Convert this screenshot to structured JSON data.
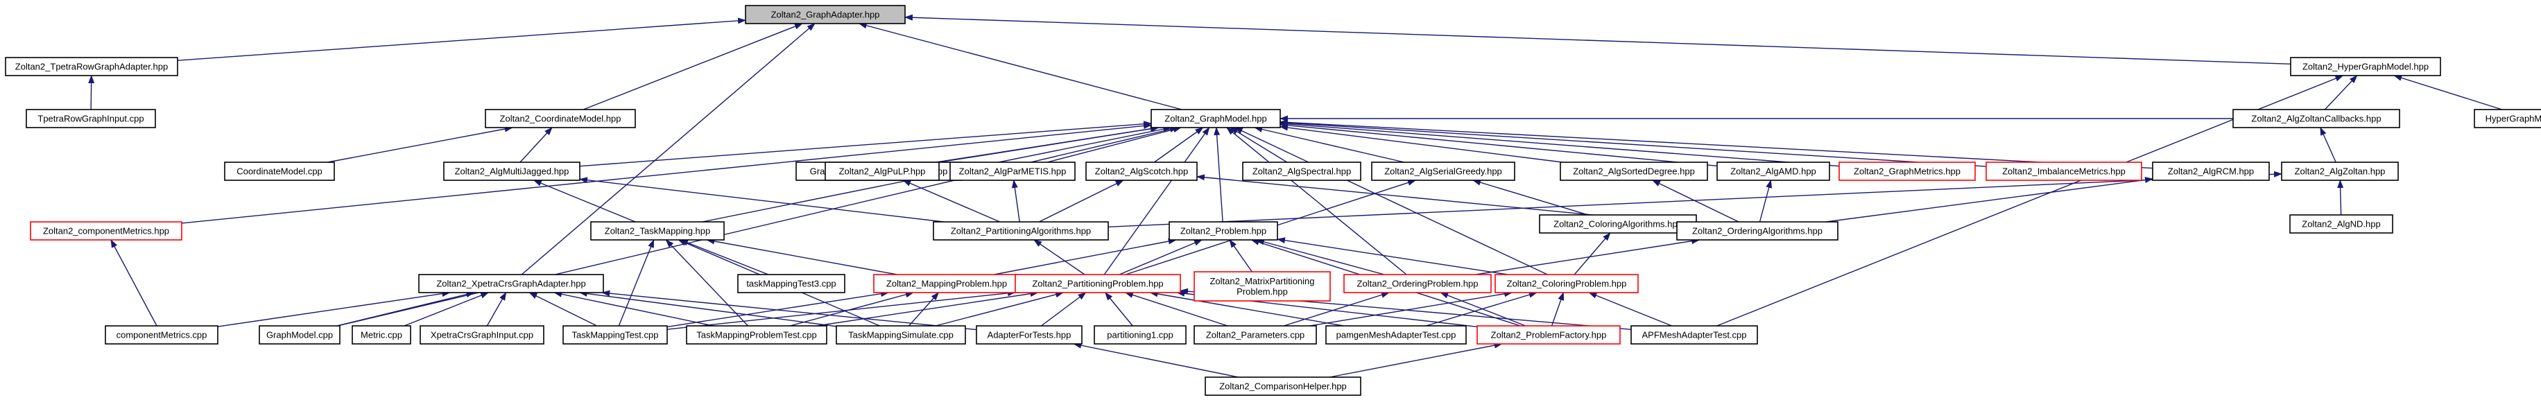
{
  "colors": {
    "edge": "#191970",
    "normal_border": "#000000",
    "red_border": "#ff0000",
    "root_fill": "#bfbfbf"
  },
  "nodes": [
    {
      "id": "root",
      "lines": [
        "Zoltan2_GraphAdapter.hpp"
      ],
      "style": "root"
    },
    {
      "id": "tpetraRowGA",
      "lines": [
        "Zoltan2_TpetraRowGraphAdapter.hpp"
      ],
      "style": "normal"
    },
    {
      "id": "tpetraRowInput",
      "lines": [
        "TpetraRowGraphInput.cpp"
      ],
      "style": "normal"
    },
    {
      "id": "hyperModel",
      "lines": [
        "Zoltan2_HyperGraphModel.hpp"
      ],
      "style": "normal"
    },
    {
      "id": "hyperCpp",
      "lines": [
        "HyperGraphModel.cpp"
      ],
      "style": "normal"
    },
    {
      "id": "coordModel",
      "lines": [
        "Zoltan2_CoordinateModel.hpp"
      ],
      "style": "normal"
    },
    {
      "id": "coordCpp",
      "lines": [
        "CoordinateModel.cpp"
      ],
      "style": "normal"
    },
    {
      "id": "multiJagged",
      "lines": [
        "Zoltan2_AlgMultiJagged.hpp"
      ],
      "style": "normal"
    },
    {
      "id": "graphModel",
      "lines": [
        "Zoltan2_GraphModel.hpp"
      ],
      "style": "normal"
    },
    {
      "id": "gm2nd",
      "lines": [
        "GraphModel2ndAdjsFromAdjs.cpp"
      ],
      "style": "normal"
    },
    {
      "id": "pulp",
      "lines": [
        "Zoltan2_AlgPuLP.hpp"
      ],
      "style": "normal"
    },
    {
      "id": "parmetis",
      "lines": [
        "Zoltan2_AlgParMETIS.hpp"
      ],
      "style": "normal"
    },
    {
      "id": "scotch",
      "lines": [
        "Zoltan2_AlgScotch.hpp"
      ],
      "style": "normal"
    },
    {
      "id": "spectral",
      "lines": [
        "Zoltan2_AlgSpectral.hpp"
      ],
      "style": "normal"
    },
    {
      "id": "serialGreedy",
      "lines": [
        "Zoltan2_AlgSerialGreedy.hpp"
      ],
      "style": "normal"
    },
    {
      "id": "sortedDegree",
      "lines": [
        "Zoltan2_AlgSortedDegree.hpp"
      ],
      "style": "normal"
    },
    {
      "id": "amd",
      "lines": [
        "Zoltan2_AlgAMD.hpp"
      ],
      "style": "normal"
    },
    {
      "id": "graphMetrics",
      "lines": [
        "Zoltan2_GraphMetrics.hpp"
      ],
      "style": "red"
    },
    {
      "id": "imbalanceMetrics",
      "lines": [
        "Zoltan2_ImbalanceMetrics.hpp"
      ],
      "style": "red"
    },
    {
      "id": "rcm",
      "lines": [
        "Zoltan2_AlgRCM.hpp"
      ],
      "style": "normal"
    },
    {
      "id": "zoltanCallbacks",
      "lines": [
        "Zoltan2_AlgZoltanCallbacks.hpp"
      ],
      "style": "normal"
    },
    {
      "id": "algZoltan",
      "lines": [
        "Zoltan2_AlgZoltan.hpp"
      ],
      "style": "normal"
    },
    {
      "id": "algND",
      "lines": [
        "Zoltan2_AlgND.hpp"
      ],
      "style": "normal"
    },
    {
      "id": "componentMetrics",
      "lines": [
        "Zoltan2_componentMetrics.hpp"
      ],
      "style": "red"
    },
    {
      "id": "taskMapping",
      "lines": [
        "Zoltan2_TaskMapping.hpp"
      ],
      "style": "normal"
    },
    {
      "id": "partAlgs",
      "lines": [
        "Zoltan2_PartitioningAlgorithms.hpp"
      ],
      "style": "normal"
    },
    {
      "id": "problem",
      "lines": [
        "Zoltan2_Problem.hpp"
      ],
      "style": "normal"
    },
    {
      "id": "coloringAlgs",
      "lines": [
        "Zoltan2_ColoringAlgorithms.hpp"
      ],
      "style": "normal"
    },
    {
      "id": "orderingAlgs",
      "lines": [
        "Zoltan2_OrderingAlgorithms.hpp"
      ],
      "style": "normal"
    },
    {
      "id": "taskMapTest3",
      "lines": [
        "taskMappingTest3.cpp"
      ],
      "style": "normal"
    },
    {
      "id": "xpetraGA",
      "lines": [
        "Zoltan2_XpetraCrsGraphAdapter.hpp"
      ],
      "style": "normal"
    },
    {
      "id": "mappingProblem",
      "lines": [
        "Zoltan2_MappingProblem.hpp"
      ],
      "style": "red"
    },
    {
      "id": "partProblem",
      "lines": [
        "Zoltan2_PartitioningProblem.hpp"
      ],
      "style": "red"
    },
    {
      "id": "matrixPartProblem",
      "lines": [
        "Zoltan2_MatrixPartitioning",
        "Problem.hpp"
      ],
      "style": "red"
    },
    {
      "id": "orderingProblem",
      "lines": [
        "Zoltan2_OrderingProblem.hpp"
      ],
      "style": "red"
    },
    {
      "id": "coloringProblem",
      "lines": [
        "Zoltan2_ColoringProblem.hpp"
      ],
      "style": "red"
    },
    {
      "id": "compMetricsCpp",
      "lines": [
        "componentMetrics.cpp"
      ],
      "style": "normal"
    },
    {
      "id": "graphModelCpp",
      "lines": [
        "GraphModel.cpp"
      ],
      "style": "normal"
    },
    {
      "id": "metricCpp",
      "lines": [
        "Metric.cpp"
      ],
      "style": "normal"
    },
    {
      "id": "xpetraInput",
      "lines": [
        "XpetraCrsGraphInput.cpp"
      ],
      "style": "normal"
    },
    {
      "id": "taskMapTest",
      "lines": [
        "TaskMappingTest.cpp"
      ],
      "style": "normal"
    },
    {
      "id": "taskMapProbTest",
      "lines": [
        "TaskMappingProblemTest.cpp"
      ],
      "style": "normal"
    },
    {
      "id": "taskMapSim",
      "lines": [
        "TaskMappingSimulate.cpp"
      ],
      "style": "normal"
    },
    {
      "id": "adapterForTests",
      "lines": [
        "AdapterForTests.hpp"
      ],
      "style": "normal"
    },
    {
      "id": "partitioning1",
      "lines": [
        "partitioning1.cpp"
      ],
      "style": "normal"
    },
    {
      "id": "parameters",
      "lines": [
        "Zoltan2_Parameters.cpp"
      ],
      "style": "normal"
    },
    {
      "id": "pamgen",
      "lines": [
        "pamgenMeshAdapterTest.cpp"
      ],
      "style": "normal"
    },
    {
      "id": "problemFactory",
      "lines": [
        "Zoltan2_ProblemFactory.hpp"
      ],
      "style": "red"
    },
    {
      "id": "apfMesh",
      "lines": [
        "APFMeshAdapterTest.cpp"
      ],
      "style": "normal"
    },
    {
      "id": "comparisonHelper",
      "lines": [
        "Zoltan2_ComparisonHelper.hpp"
      ],
      "style": "normal"
    }
  ]
}
